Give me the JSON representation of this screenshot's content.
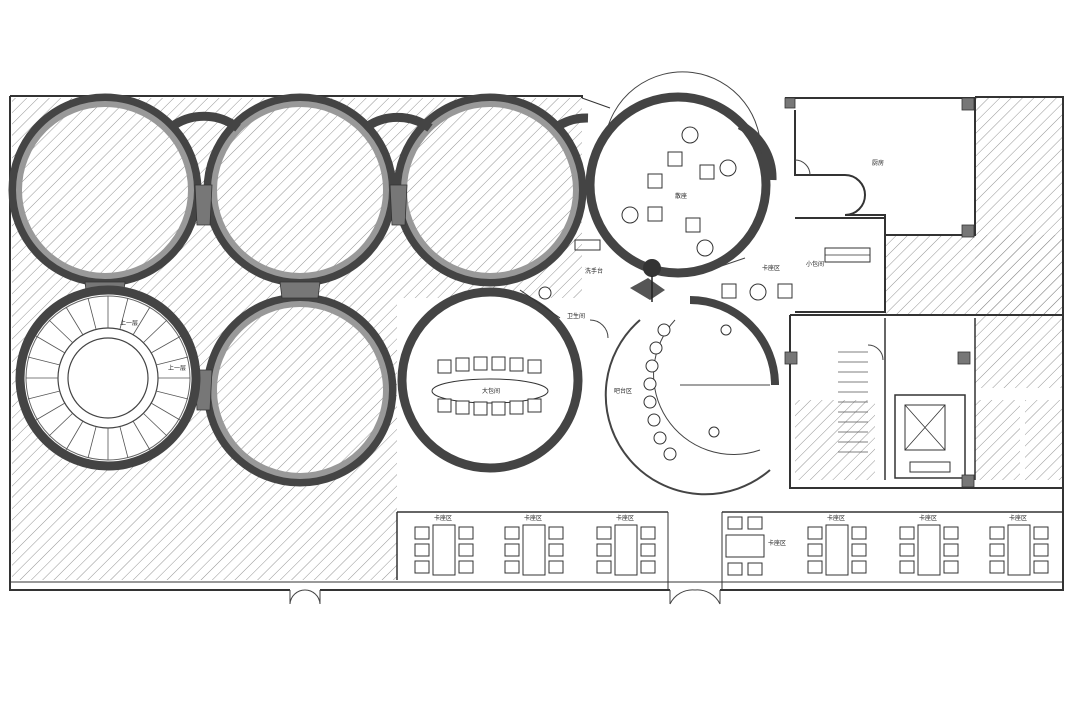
{
  "labels": {
    "top_right_room": "厨房",
    "lounge_area": "散座",
    "card_area_mid": "卡座区",
    "small_private": "小包间",
    "wash_counter": "洗手台",
    "restroom": "卫生间",
    "large_private": "大包间",
    "bar_area": "吧台区",
    "booth_1": "卡座区",
    "booth_2": "卡座区",
    "booth_3": "卡座区",
    "booth_4": "卡座区",
    "booth_5": "卡座区",
    "booth_6": "卡座区",
    "booth_7": "卡座区",
    "stair_up_1": "上一层",
    "stair_up_2": "上一层"
  }
}
